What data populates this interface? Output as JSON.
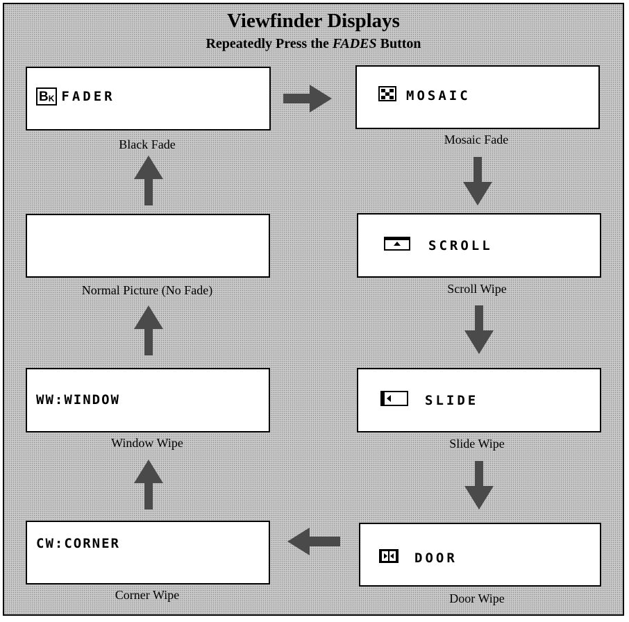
{
  "header": {
    "title": "Viewfinder Displays",
    "subtitle_prefix": "Repeatedly Press the",
    "subtitle_button": "FADES",
    "subtitle_suffix": "Button"
  },
  "modes": {
    "black_fade": {
      "display": "FADER",
      "icon": "bk-icon",
      "icon_text": "B",
      "icon_sub": "K",
      "caption": "Black Fade"
    },
    "mosaic_fade": {
      "display": "MOSAIC",
      "icon": "mosaic-icon",
      "caption": "Mosaic Fade"
    },
    "scroll_wipe": {
      "display": "SCROLL",
      "icon": "scroll-icon",
      "caption": "Scroll Wipe"
    },
    "slide_wipe": {
      "display": "SLIDE",
      "icon": "slide-icon",
      "caption": "Slide Wipe"
    },
    "door_wipe": {
      "display": "DOOR",
      "icon": "door-icon",
      "caption": "Door Wipe"
    },
    "corner_wipe": {
      "display": "CW:CORNER",
      "caption": "Corner Wipe"
    },
    "window_wipe": {
      "display": "WW:WINDOW",
      "caption": "Window Wipe"
    },
    "normal_picture": {
      "display": "",
      "caption": "Normal Picture (No Fade)"
    }
  },
  "colors": {
    "arrow": "#4a4a4a",
    "background": "#c9c9c9",
    "box": "#ffffff"
  }
}
